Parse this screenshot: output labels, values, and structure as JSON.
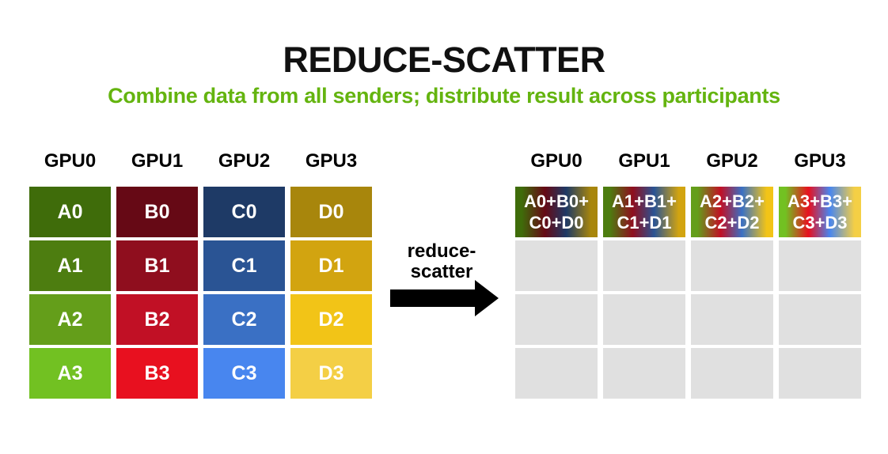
{
  "title": "REDUCE-SCATTER",
  "subtitle": "Combine data from all senders; distribute result across participants",
  "colors": {
    "nvidia_green": "#64B40F",
    "arrow_black": "#000000",
    "empty_cell_gray": "#E0E0E0",
    "cell_text_white": "#FFFFFF"
  },
  "arrow_label": {
    "line1": "reduce-",
    "line2": "scatter"
  },
  "left_grid": {
    "columns": [
      {
        "gpu": "GPU0",
        "cells": [
          {
            "label": "A0",
            "color": "#3F6C0A"
          },
          {
            "label": "A1",
            "color": "#4D7D10"
          },
          {
            "label": "A2",
            "color": "#649E1A"
          },
          {
            "label": "A3",
            "color": "#72C122"
          }
        ]
      },
      {
        "gpu": "GPU1",
        "cells": [
          {
            "label": "B0",
            "color": "#660915"
          },
          {
            "label": "B1",
            "color": "#8F0E1E"
          },
          {
            "label": "B2",
            "color": "#C11025"
          },
          {
            "label": "B3",
            "color": "#E8101F"
          }
        ]
      },
      {
        "gpu": "GPU2",
        "cells": [
          {
            "label": "C0",
            "color": "#1E3A66"
          },
          {
            "label": "C1",
            "color": "#2A5494"
          },
          {
            "label": "C2",
            "color": "#3A70C4"
          },
          {
            "label": "C3",
            "color": "#4886EF"
          }
        ]
      },
      {
        "gpu": "GPU3",
        "cells": [
          {
            "label": "D0",
            "color": "#A8860C"
          },
          {
            "label": "D1",
            "color": "#D2A410"
          },
          {
            "label": "D2",
            "color": "#F2C417"
          },
          {
            "label": "D3",
            "color": "#F4CF45"
          }
        ]
      }
    ]
  },
  "right_grid": {
    "columns": [
      {
        "gpu": "GPU0",
        "result": {
          "line1": "A0+B0+",
          "line2": "C0+D0",
          "gradient": "linear-gradient(90deg,#3F6C0A 0%,#3F6C0A 8%,#660915 36%,#1E3A66 62%,#A8860C 92%,#A8860C 100%)"
        }
      },
      {
        "gpu": "GPU1",
        "result": {
          "line1": "A1+B1+",
          "line2": "C1+D1",
          "gradient": "linear-gradient(90deg,#4D7D10 0%,#4D7D10 8%,#8F0E1E 36%,#2A5494 62%,#D2A410 92%,#D2A410 100%)"
        }
      },
      {
        "gpu": "GPU2",
        "result": {
          "line1": "A2+B2+",
          "line2": "C2+D2",
          "gradient": "linear-gradient(90deg,#649E1A 0%,#649E1A 8%,#C11025 36%,#3A70C4 62%,#F2C417 92%,#F2C417 100%)"
        }
      },
      {
        "gpu": "GPU3",
        "result": {
          "line1": "A3+B3+",
          "line2": "C3+D3",
          "gradient": "linear-gradient(90deg,#72C122 0%,#72C122 8%,#E8101F 36%,#4886EF 62%,#F4CF45 92%,#F4CF45 100%)"
        }
      }
    ]
  }
}
